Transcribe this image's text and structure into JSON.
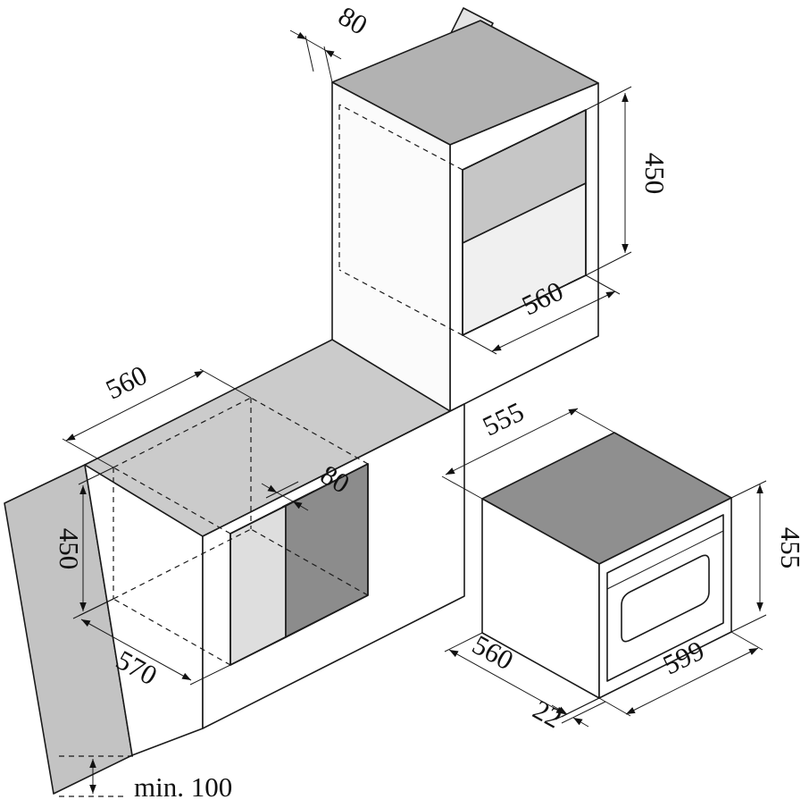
{
  "figure": {
    "type": "built-in oven installation diagram",
    "units": "mm"
  },
  "colors": {
    "outline": "#1a1a1a",
    "tall_unit_top_gray": "#b2b2b2",
    "counter_top_gray": "#cbcbcb",
    "end_panel_gray": "#c3c3c3",
    "niche_interior_dark": "#8c8c8c",
    "niche_interior_light": "#dedede",
    "tall_niche_upper_gray": "#c6c6c6",
    "appliance_top_dark": "#8f8f8f",
    "background": "#ffffff"
  },
  "dimensions": {
    "tall_unit_top_gap": "80",
    "tall_unit_niche_height": "450",
    "tall_unit_niche_width": "560",
    "base_unit_niche_width": "560",
    "base_unit_rear_gap": "80",
    "base_unit_niche_height": "450",
    "base_unit_niche_depth": "570",
    "plinth_clearance": "min. 100",
    "appliance_top_width": "555",
    "appliance_height": "455",
    "appliance_depth": "560",
    "appliance_door_offset": "22",
    "appliance_front_width": "599"
  }
}
